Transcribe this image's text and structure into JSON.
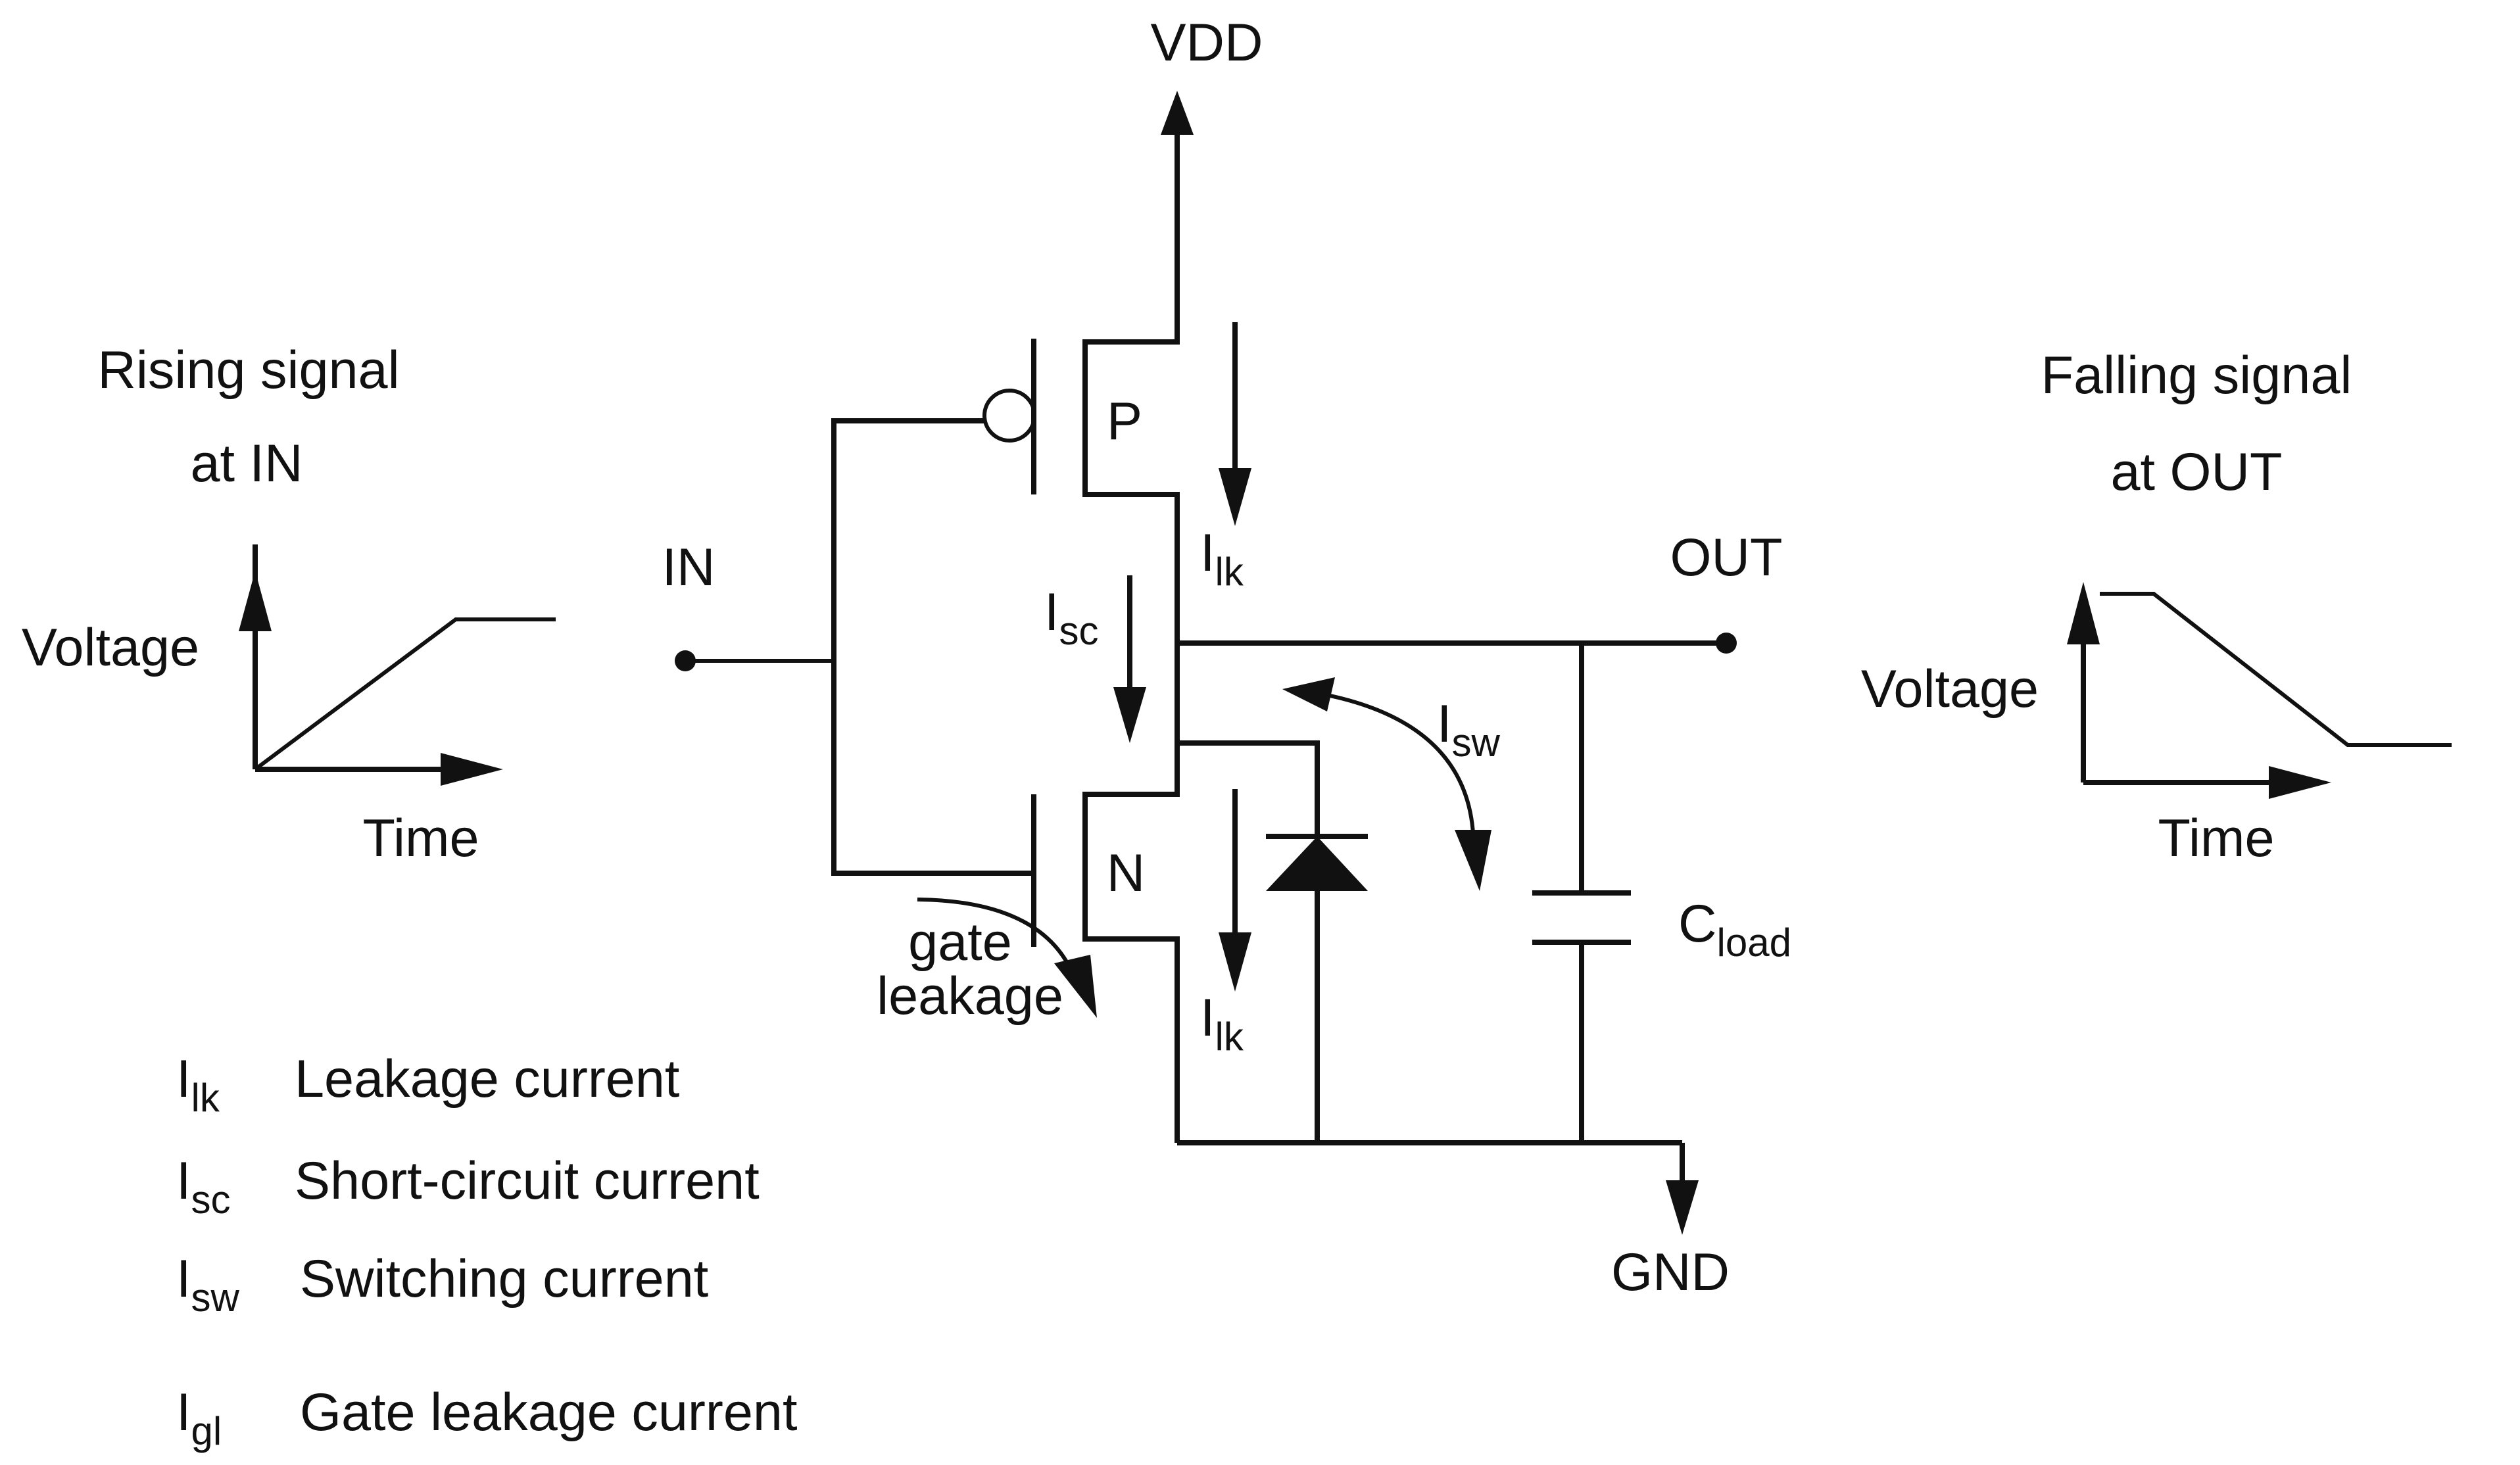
{
  "labels": {
    "vdd": "VDD",
    "gnd": "GND",
    "in": "IN",
    "out": "OUT",
    "pmos": "P",
    "nmos": "N",
    "gate": "gate",
    "leakage": "leakage",
    "i": "I",
    "lk": "lk",
    "sc": "sc",
    "sw": "sw",
    "c": "C",
    "load": "load"
  },
  "left_plot": {
    "title_line1": "Rising signal",
    "title_line2": "at IN",
    "ylabel": "Voltage",
    "xlabel": "Time"
  },
  "right_plot": {
    "title_line1": "Falling signal",
    "title_line2": "at OUT",
    "ylabel": "Voltage",
    "xlabel": "Time"
  },
  "legend": [
    {
      "symbol": "I",
      "sub": "lk",
      "text": "Leakage current"
    },
    {
      "symbol": "I",
      "sub": "sc",
      "text": "Short-circuit current"
    },
    {
      "symbol": "I",
      "sub": "sw",
      "text": "Switching current"
    },
    {
      "symbol": "I",
      "sub": "gl",
      "text": "Gate leakage current"
    }
  ]
}
